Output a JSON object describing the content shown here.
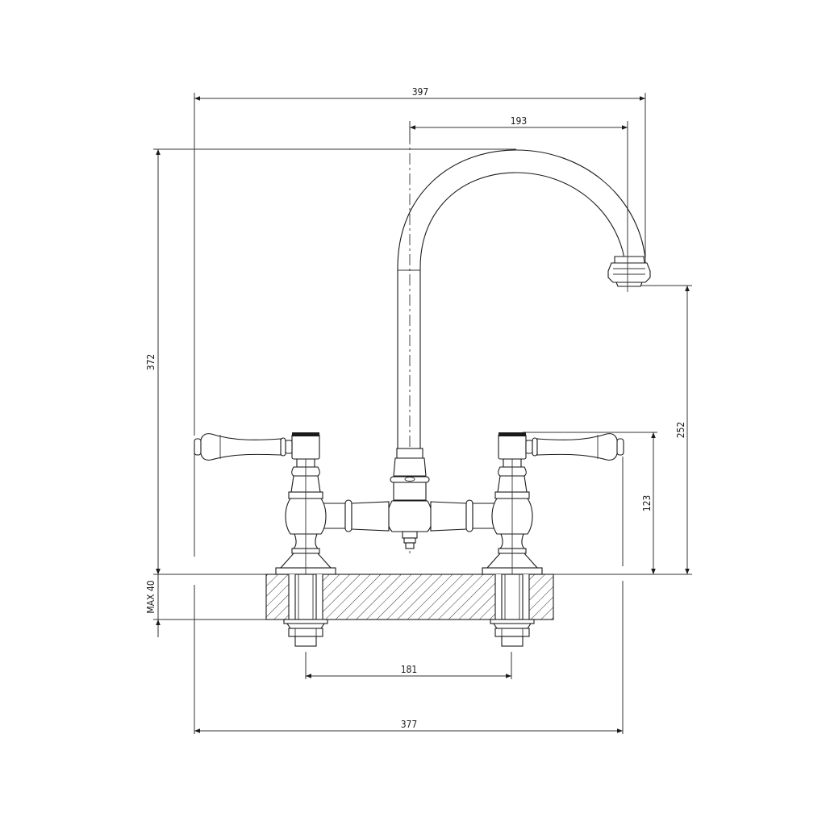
{
  "drawing": {
    "subject": "Bridge mixer kitchen tap technical drawing",
    "units": "mm",
    "line_color": "#1a1a1a",
    "background": "#ffffff"
  },
  "dimensions": {
    "overall_width_top": {
      "label": "397",
      "orientation": "horizontal"
    },
    "spout_reach": {
      "label": "193",
      "orientation": "horizontal"
    },
    "overall_height": {
      "label": "372",
      "orientation": "vertical"
    },
    "spout_outlet_height": {
      "label": "252",
      "orientation": "vertical"
    },
    "handle_height": {
      "label": "123",
      "orientation": "vertical"
    },
    "max_deck_thickness": {
      "label": "MAX 40",
      "orientation": "vertical"
    },
    "tail_centres": {
      "label": "181",
      "orientation": "horizontal"
    },
    "overall_width_bottom": {
      "label": "377",
      "orientation": "horizontal"
    }
  },
  "components": [
    "swan-neck-spout",
    "spout-aerator",
    "left-lever-handle",
    "right-lever-handle",
    "left-valve-body",
    "right-valve-body",
    "bridge-bar",
    "central-hub",
    "deck-section",
    "left-tail-nut",
    "right-tail-nut"
  ]
}
